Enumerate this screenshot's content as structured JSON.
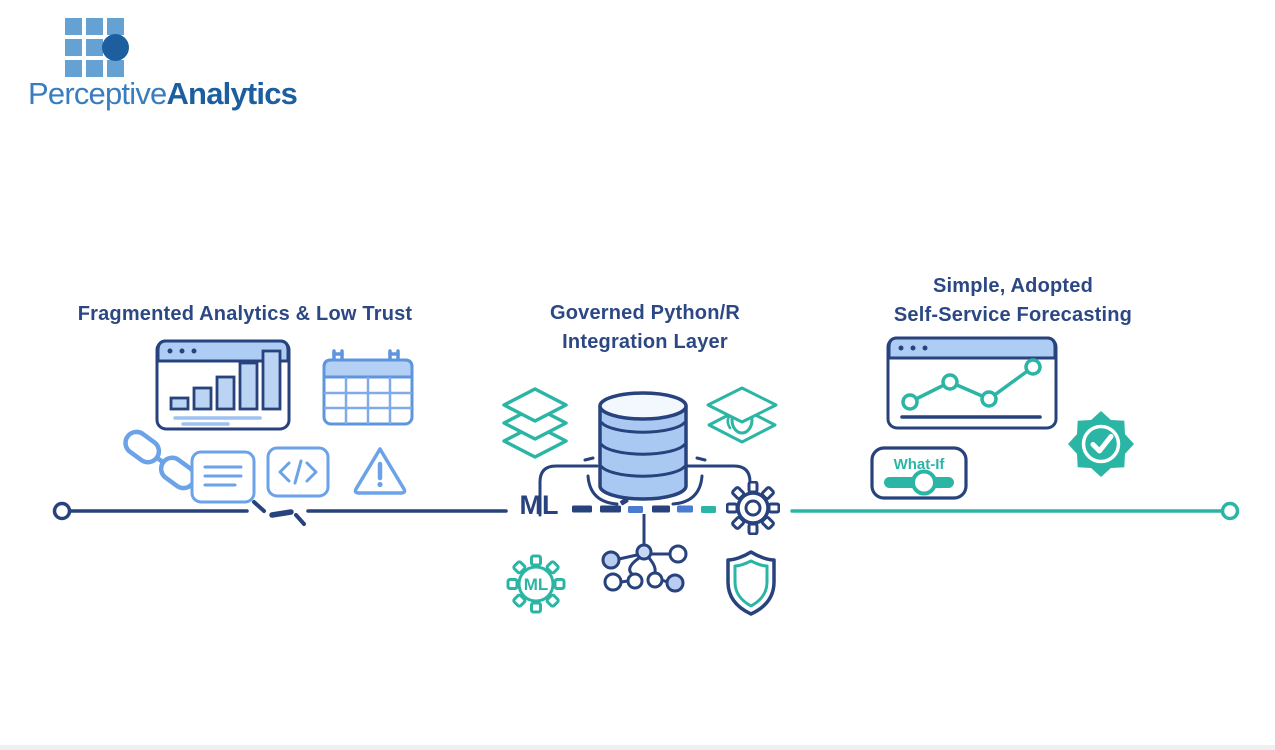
{
  "brand": {
    "name_regular": "Perceptive",
    "name_bold": "Analytics"
  },
  "sections": {
    "left": {
      "title": "Fragmented Analytics & Low Trust",
      "icons": [
        "browser-bar-chart",
        "calendar-data-table",
        "chain-link",
        "report-document",
        "code-snippet",
        "warning-triangle"
      ]
    },
    "middle": {
      "title_line1": "Governed Python/R",
      "title_line2": "Integration Layer",
      "ml_label": "ML",
      "ml_badge_label": "ML",
      "icons": [
        "data-layers",
        "database-cylinder",
        "graduation-cap",
        "gear",
        "ml-cog-badge",
        "model-network",
        "security-shield"
      ]
    },
    "right": {
      "title_line1": "Simple, Adopted",
      "title_line2": "Self-Service Forecasting",
      "whatif_label": "What-If",
      "icons": [
        "browser-line-chart",
        "what-if-slider",
        "verified-check-badge"
      ]
    }
  },
  "colors": {
    "navy": "#27427c",
    "medium_blue": "#4a7bd0",
    "light_blue_stroke": "#6ba2e8",
    "light_blue_fill": "#bcd4f4",
    "window_header_blue": "#aecdf4",
    "teal": "#2ab5a5",
    "logo_light_blue": "#66a1d4",
    "logo_dark_blue": "#1d5e9e",
    "logo_text_blue": "#3a7dbf"
  }
}
